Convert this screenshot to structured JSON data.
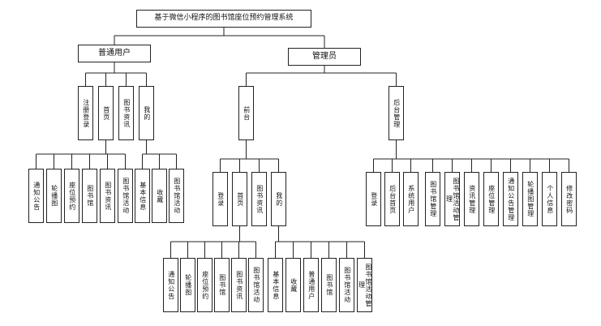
{
  "diagram": {
    "root": "基于微信小程序的图书馆座位预约管理系统",
    "user": {
      "title": "普通用户",
      "register": "注册登录",
      "home": "首页",
      "books": "图书资讯",
      "mine": "我的",
      "home_children": [
        "通知公告",
        "轮播图",
        "座位预约",
        "图书馆",
        "图书资讯",
        "图书馆活动"
      ],
      "mine_children": [
        "基本信息",
        "收藏",
        "图书馆活动"
      ]
    },
    "admin": {
      "title": "管理员",
      "front": "前台",
      "back": "后台管理",
      "front_items": {
        "login": "登录",
        "home": "首页",
        "books": "图书资讯",
        "mine": "我的"
      },
      "front_home_children": [
        "通知公告",
        "轮播图",
        "座位预约",
        "图书馆",
        "图书资讯",
        "图书馆活动"
      ],
      "front_mine_children": [
        "基本信息",
        "收藏",
        "普通用户",
        "图书馆",
        "图书馆活动",
        "图书馆活动管理"
      ],
      "back_children": [
        "登录",
        "后台首页",
        "系统用户",
        "图书馆管理",
        "图书馆活动管理",
        "资讯管理",
        "座位管理",
        "通知公告管理",
        "轮播图管理",
        "个人信息",
        "修改密码"
      ]
    }
  }
}
